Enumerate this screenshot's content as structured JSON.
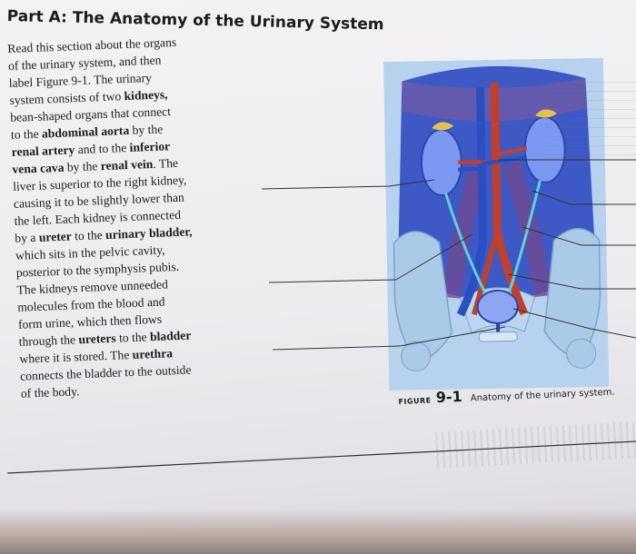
{
  "part_title": "Part A: The Anatomy of the Urinary System",
  "body_lines": [
    [
      {
        "t": "Read this section about the organs"
      }
    ],
    [
      {
        "t": "of the urinary system, and then"
      }
    ],
    [
      {
        "t": "label Figure 9-1. The urinary"
      }
    ],
    [
      {
        "t": "system consists of two "
      },
      {
        "t": "kidneys,",
        "b": true
      }
    ],
    [
      {
        "t": "bean-shaped organs that connect"
      }
    ],
    [
      {
        "t": "to the "
      },
      {
        "t": "abdominal aorta",
        "b": true
      },
      {
        "t": " by the"
      }
    ],
    [
      {
        "t": "renal artery",
        "b": true
      },
      {
        "t": " and to the "
      },
      {
        "t": "inferior",
        "b": true
      }
    ],
    [
      {
        "t": "vena cava",
        "b": true
      },
      {
        "t": " by the "
      },
      {
        "t": "renal vein",
        "b": true
      },
      {
        "t": ". The"
      }
    ],
    [
      {
        "t": "liver is superior to the right kidney,"
      }
    ],
    [
      {
        "t": "causing it to be slightly lower than"
      }
    ],
    [
      {
        "t": "the left. Each kidney is connected"
      }
    ],
    [
      {
        "t": "by a "
      },
      {
        "t": "ureter",
        "b": true
      },
      {
        "t": " to the "
      },
      {
        "t": "urinary bladder,",
        "b": true
      }
    ],
    [
      {
        "t": "which sits in the pelvic cavity,"
      }
    ],
    [
      {
        "t": "posterior to the symphysis pubis."
      }
    ],
    [
      {
        "t": "The kidneys remove unneeded"
      }
    ],
    [
      {
        "t": "molecules from the blood and"
      }
    ],
    [
      {
        "t": "form urine, which then flows"
      }
    ],
    [
      {
        "t": "through the "
      },
      {
        "t": "ureters",
        "b": true
      },
      {
        "t": " to the "
      },
      {
        "t": "bladder",
        "b": true
      }
    ],
    [
      {
        "t": "where it is stored. The "
      },
      {
        "t": "urethra",
        "b": true
      }
    ],
    [
      {
        "t": "connects the bladder to the outside"
      }
    ],
    [
      {
        "t": "of the body."
      }
    ]
  ],
  "caption": {
    "figure_word": "FIGURE",
    "figure_number": "9-1",
    "text": "Anatomy of the urinary system."
  },
  "colors": {
    "page": "#ecebee",
    "artery": "#c2402b",
    "vein": "#2a4fc2",
    "body_fill": "#4a66d2",
    "kidney": "#6d8ef0",
    "bone": "#aac8e6",
    "muscle": "#5a3a8a"
  }
}
